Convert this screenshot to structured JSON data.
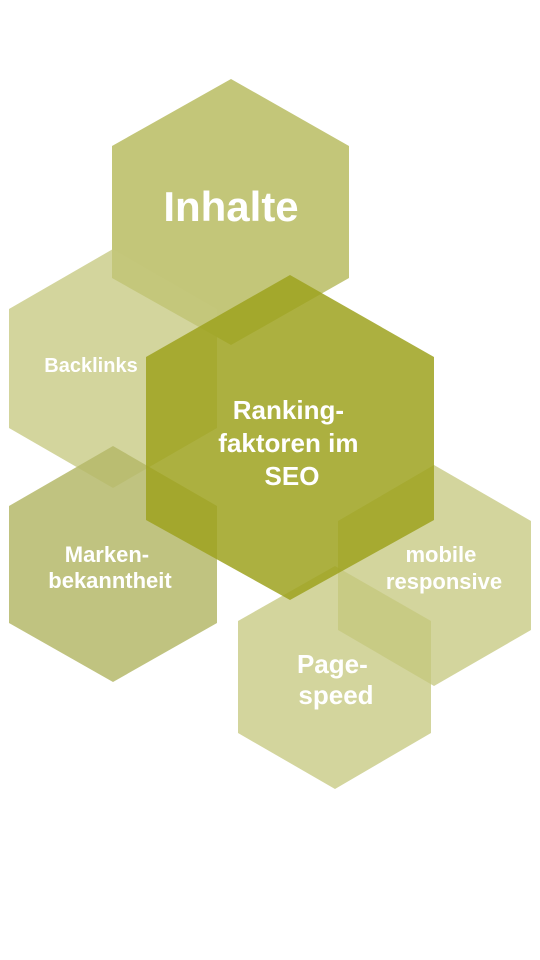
{
  "diagram": {
    "hexagons": [
      {
        "id": "inhalte",
        "lines": [
          "Inhalte"
        ],
        "color": "#b9bc62",
        "opacity": 0.85
      },
      {
        "id": "backlinks",
        "lines": [
          "Backlinks"
        ],
        "color": "#c4c77c",
        "opacity": 0.75
      },
      {
        "id": "marken",
        "lines": [
          "Marken-",
          "bekanntheit"
        ],
        "color": "#b5b86a",
        "opacity": 0.85
      },
      {
        "id": "mobile",
        "lines": [
          "mobile",
          "responsive"
        ],
        "color": "#c4c77c",
        "opacity": 0.75
      },
      {
        "id": "pagespeed",
        "lines": [
          "Page-",
          "speed"
        ],
        "color": "#c4c77c",
        "opacity": 0.75
      },
      {
        "id": "center",
        "lines": [
          "Ranking-",
          "faktoren im",
          "SEO"
        ],
        "color": "#9ea21f",
        "opacity": 0.85
      }
    ]
  }
}
